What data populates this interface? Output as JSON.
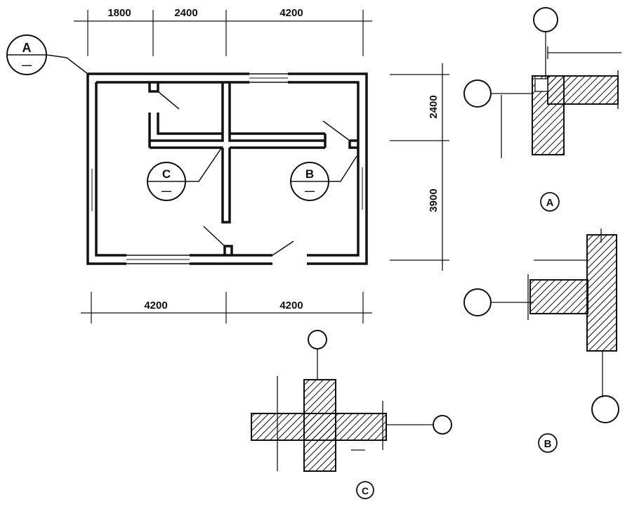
{
  "plan": {
    "top_dims": [
      "1800",
      "2400",
      "4200"
    ],
    "bottom_dims": [
      "4200",
      "4200"
    ],
    "right_dims": [
      "2400",
      "3900"
    ],
    "markers": [
      {
        "letter": "A",
        "sub": "—"
      },
      {
        "letter": "C",
        "sub": "—"
      },
      {
        "letter": "B",
        "sub": "—"
      }
    ]
  },
  "details": [
    {
      "label": "A"
    },
    {
      "label": "B"
    },
    {
      "label": "C"
    }
  ],
  "colors": {
    "ink": "#111111",
    "paper": "#ffffff"
  }
}
